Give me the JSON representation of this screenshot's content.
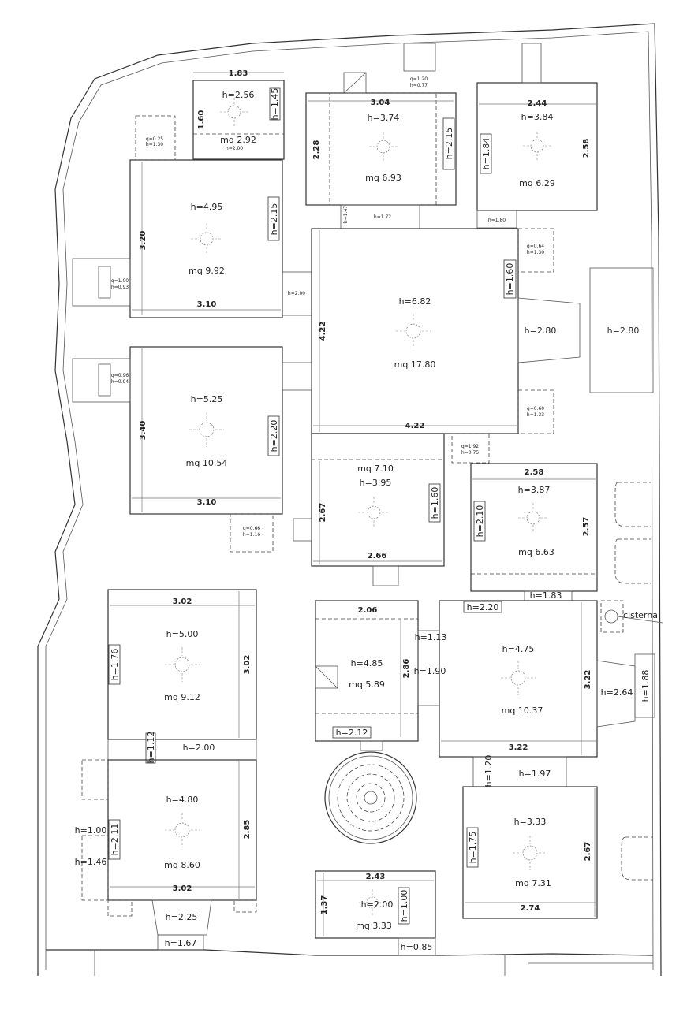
{
  "rooms": [
    {
      "id": "r1",
      "h": "h=2.56",
      "mq": "mq  2.92",
      "dims": [
        "1.83",
        "1.60"
      ],
      "tag": "h=1.45"
    },
    {
      "id": "r2",
      "h": "h=3.74",
      "mq": "mq  6.93",
      "dims": [
        "3.04",
        "2.28"
      ],
      "tag": "h=2.15"
    },
    {
      "id": "r3",
      "h": "h=3.84",
      "mq": "mq  6.29",
      "dims": [
        "2.44",
        "2.58"
      ],
      "tag": "h=1.84"
    },
    {
      "id": "r4",
      "h": "h=4.95",
      "mq": "mq  9.92",
      "dims": [
        "3.10",
        "3.20"
      ],
      "tag": "h=2.15"
    },
    {
      "id": "r5",
      "h": "h=6.82",
      "mq": "mq  17.80",
      "dims": [
        "4.22",
        "4.22"
      ],
      "tag": "h=1.60"
    },
    {
      "id": "r6",
      "h": "h=5.25",
      "mq": "mq  10.54",
      "dims": [
        "3.10",
        "3.40"
      ],
      "tag": "h=2.20"
    },
    {
      "id": "r7",
      "h": "h=3.95",
      "mq": "mq  7.10",
      "dims": [
        "2.66",
        "2.67"
      ],
      "tag": "h=1.60"
    },
    {
      "id": "r8",
      "h": "h=3.87",
      "mq": "mq  6.63",
      "dims": [
        "2.58",
        "2.57"
      ],
      "tag": "h=2.10"
    },
    {
      "id": "r9",
      "h": "h=5.00",
      "mq": "mq  9.12",
      "dims": [
        "3.02",
        "3.02"
      ],
      "tag": "h=1.76"
    },
    {
      "id": "r10",
      "h": "h=4.85",
      "mq": "mq  5.89",
      "dims": [
        "2.06",
        "2.86"
      ],
      "tag": "h=2.12"
    },
    {
      "id": "r11",
      "h": "h=4.75",
      "mq": "mq  10.37",
      "dims": [
        "3.22",
        "3.22"
      ],
      "tag": "h=2.20"
    },
    {
      "id": "r12",
      "h": "h=4.80",
      "mq": "mq  8.60",
      "dims": [
        "3.02",
        "2.85"
      ],
      "tag": "h=2.11"
    },
    {
      "id": "r13",
      "h": "h=3.33",
      "mq": "mq  7.31",
      "dims": [
        "2.74",
        "2.67"
      ],
      "tag": "h=1.75"
    },
    {
      "id": "r14",
      "h": "h=2.00",
      "mq": "mq  3.33",
      "dims": [
        "2.43",
        "1.37"
      ],
      "tag": "h=1.00"
    }
  ],
  "passages": {
    "p_2_80a": "h=2.80",
    "p_2_80b": "h=2.80",
    "p_2_00a": "h=2.00",
    "p_1_72": "h=1.72",
    "p_1_80": "h=1.80",
    "p_1_47": "h=1.47",
    "p_1_83": "h=1.83",
    "p_1_13": "h=1.13",
    "p_1_90": "h=1.90",
    "p_2_64": "h=2.64",
    "p_1_88": "h=1.88",
    "p_1_12": "h=1.12",
    "p_2_00b": "h=2.00",
    "p_1_20": "h=1.20",
    "p_1_97": "h=1.97",
    "p_1_00": "h=1.00",
    "p_1_46": "h=1.46",
    "p_2_25": "h=2.25",
    "p_1_67": "h=1.67",
    "p_0_85": "h=0.85",
    "p_2_00_top": "h=2.00"
  },
  "openings": {
    "o1q": "q=0.25",
    "o1h": "h=1.30",
    "o2q": "q=1.20",
    "o2h": "h=0.77",
    "o3q": "q=0.64",
    "o3h": "h=1.30",
    "o4q": "q=1.00",
    "o4h": "h=0.93",
    "o5q": "q=0.96",
    "o5h": "h=0.94",
    "o6q": "q=0.60",
    "o6h": "h=1.33",
    "o7q": "q=1.92",
    "o7h": "h=0.75",
    "o8q": "q=0.66",
    "o8h": "h=1.16"
  },
  "labels": {
    "cisterna": "cisterna"
  }
}
